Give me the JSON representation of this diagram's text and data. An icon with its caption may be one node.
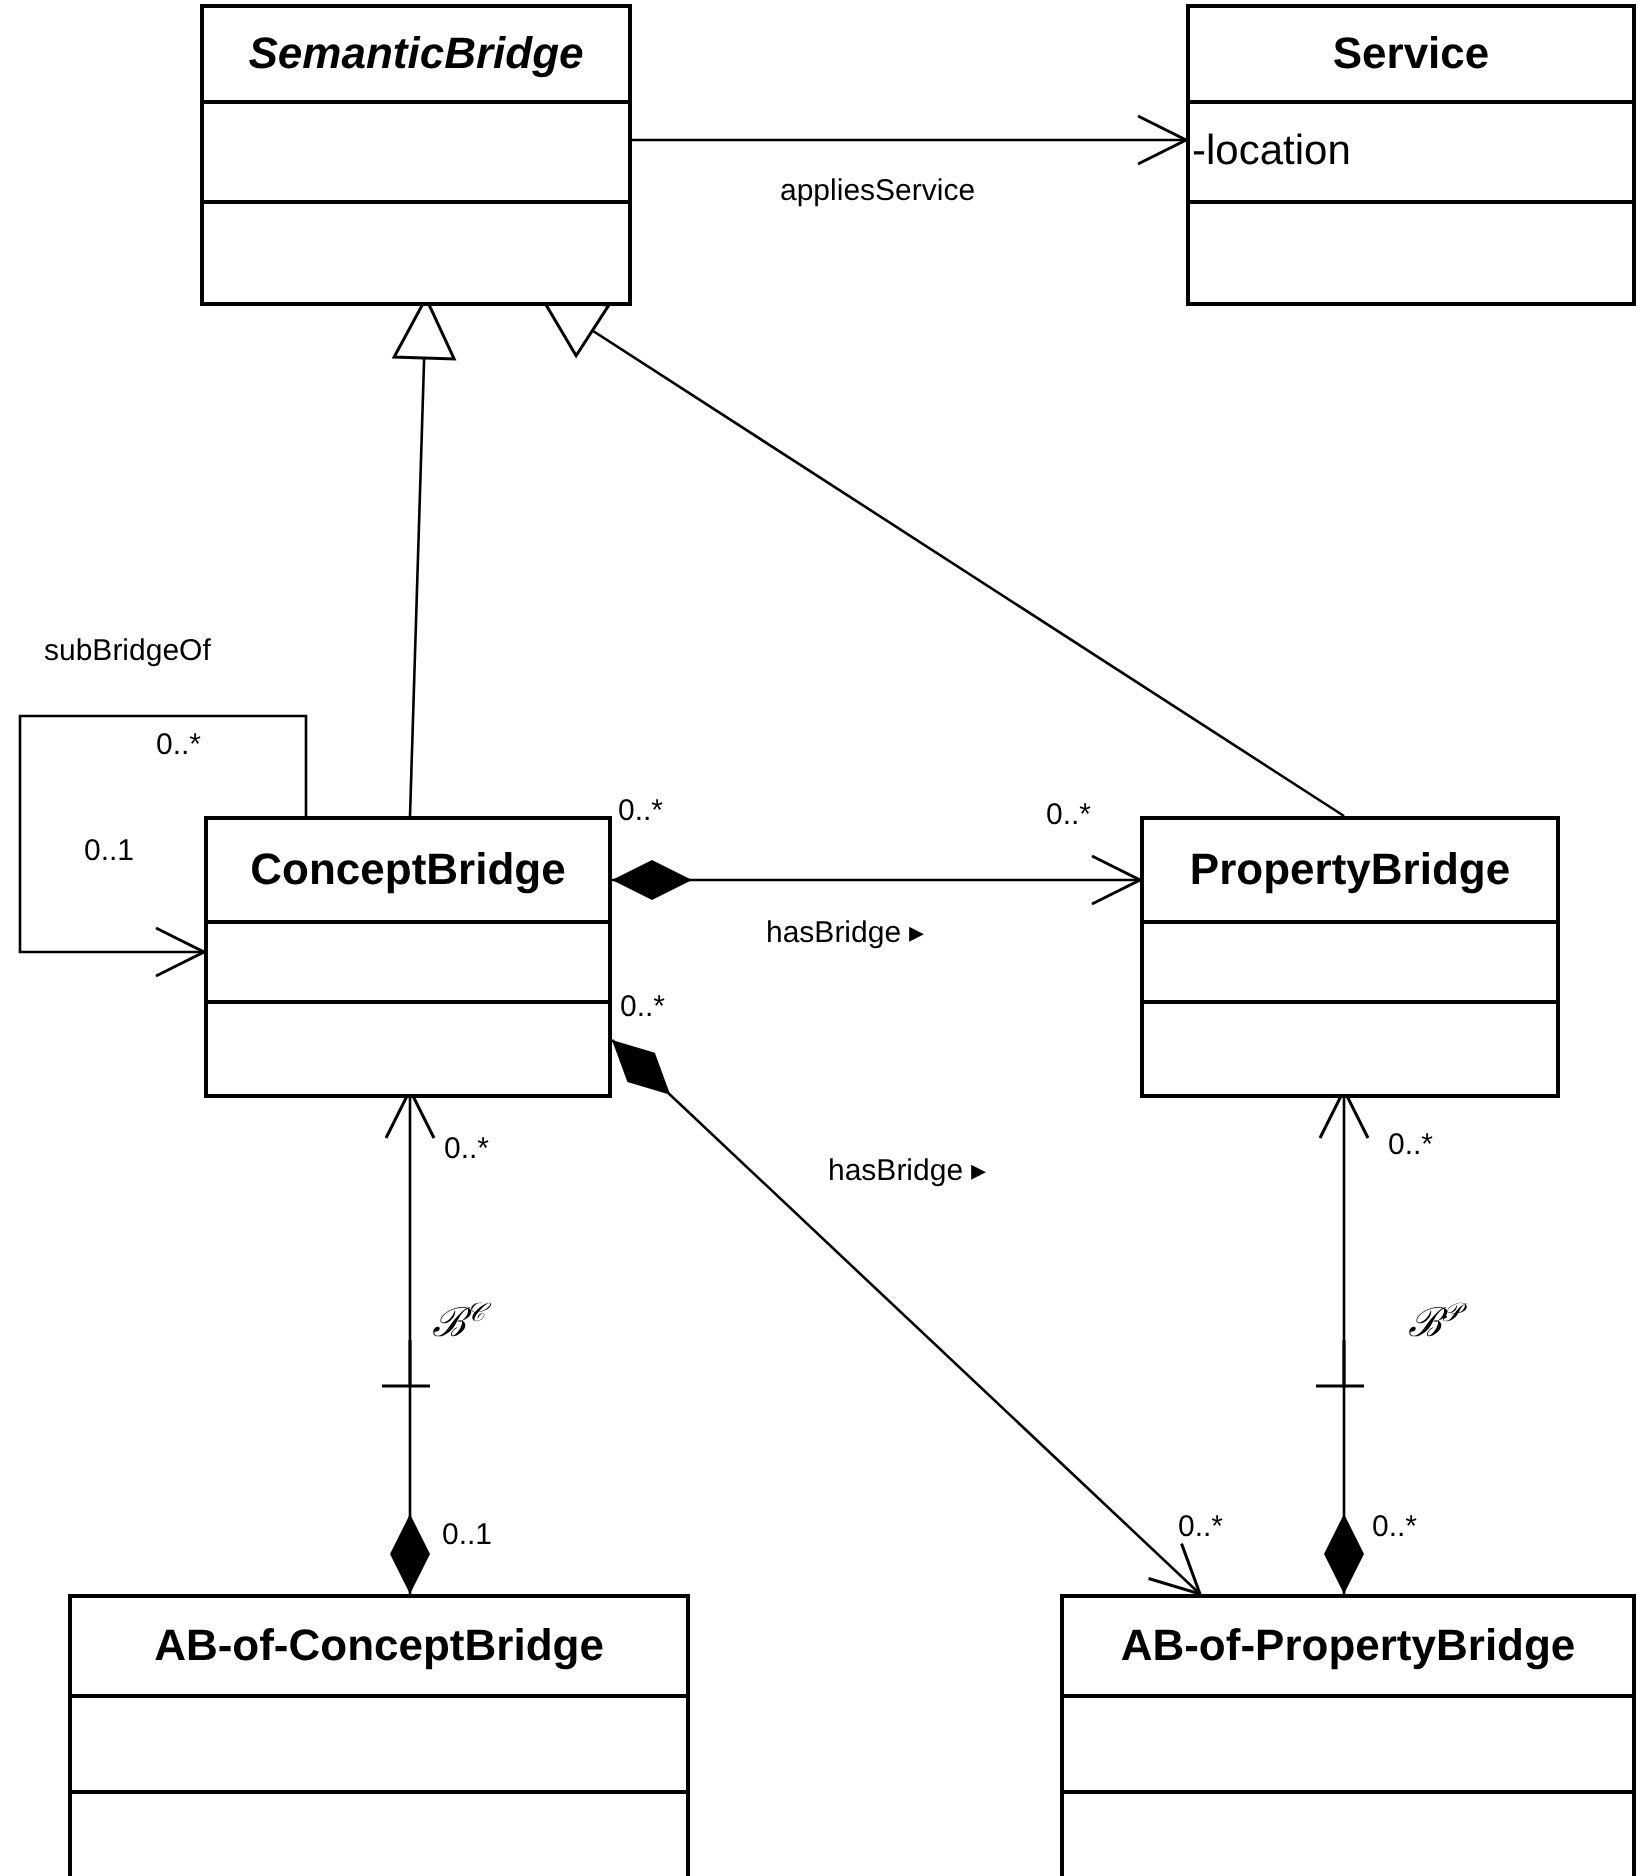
{
  "diagram": {
    "nodes": [
      {
        "text": [
          "SemanticBridge"
        ]
      },
      {
        "text": [
          "Service",
          "-location"
        ]
      },
      {
        "text": [
          "ConceptBridge"
        ]
      },
      {
        "text": [
          "PropertyBridge"
        ]
      },
      {
        "text": [
          "AB-of-ConceptBridge"
        ]
      },
      {
        "text": [
          "AB-of-PropertyBridge"
        ]
      }
    ],
    "edges": [
      {
        "from": 0,
        "to": 1,
        "arrow": "to",
        "label": "appliesService"
      },
      {
        "from": 2,
        "to": 0,
        "arrow": "to"
      },
      {
        "from": 3,
        "to": 0,
        "arrow": "to"
      },
      {
        "from": 2,
        "to": 2,
        "arrow": "to",
        "label": "subBridgeOf"
      },
      {
        "from": 2,
        "to": 3,
        "arrow": "to",
        "label": "hasBridge ▸"
      },
      {
        "from": 2,
        "to": 5,
        "arrow": "to",
        "label": "hasBridge ▸"
      },
      {
        "from": 4,
        "to": 2,
        "arrow": "to",
        "label": "ℬ$^{𝒞}$"
      },
      {
        "from": 5,
        "to": 3,
        "arrow": "to",
        "label": "ℬ$^{𝒫}$"
      }
    ],
    "labels": [
      "0..*",
      "0..*",
      "0..*",
      "0..1",
      "0..*",
      "0..*",
      "0..*",
      "0..*",
      "0..*",
      "0..1"
    ]
  }
}
